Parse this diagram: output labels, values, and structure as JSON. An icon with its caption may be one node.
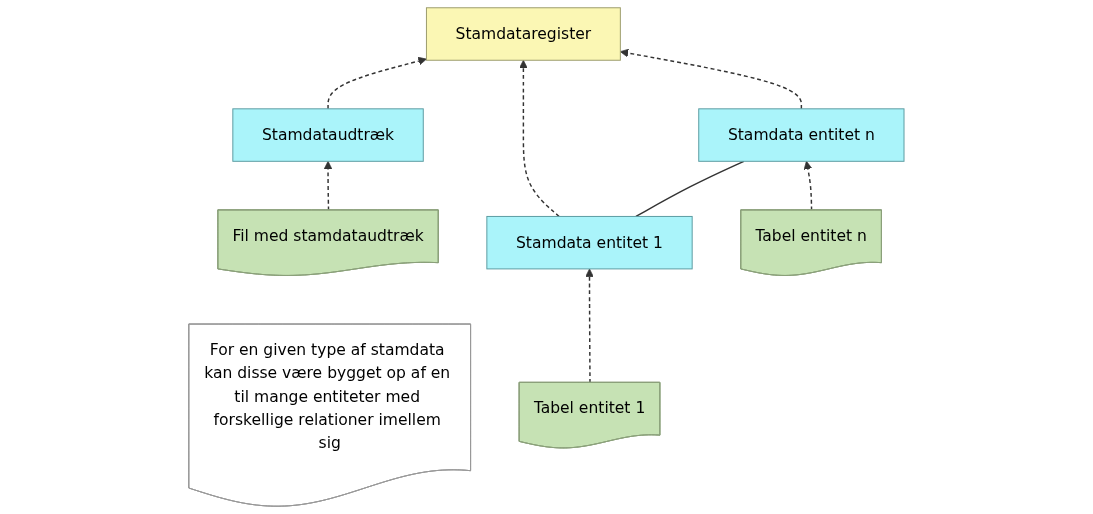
{
  "diagram": {
    "nodes": [
      {
        "text": [
          "Stamdataregister"
        ]
      },
      {
        "text": [
          "For en given type af stamdata kan disse være bygget op af en til mange entiteter med forskellige relationer imellem sig"
        ]
      },
      {
        "text": [
          "Stamdataudtræk"
        ]
      },
      {
        "text": [
          "Stamdata entitet 1"
        ]
      },
      {
        "text": [
          "Stamdata entitet n"
        ]
      },
      {
        "text": [
          "Fil med stamdataudtræk"
        ]
      },
      {
        "text": [
          "Tabel entitet 1"
        ]
      },
      {
        "text": [
          "Tabel entitet n"
        ]
      }
    ],
    "edges": [
      {
        "from": 2,
        "to": 0,
        "arrow": "to",
        "style": "dashed"
      },
      {
        "from": 3,
        "to": 0,
        "arrow": "to",
        "style": "dashed"
      },
      {
        "from": 4,
        "to": 0,
        "arrow": "to",
        "style": "dashed"
      },
      {
        "from": 3,
        "to": 4,
        "arrow": "none"
      },
      {
        "from": 5,
        "to": 2,
        "arrow": "to",
        "style": "dashed"
      },
      {
        "from": 6,
        "to": 3,
        "arrow": "to",
        "style": "dashed"
      },
      {
        "from": 7,
        "to": 4,
        "arrow": "to",
        "style": "dashed"
      }
    ]
  }
}
